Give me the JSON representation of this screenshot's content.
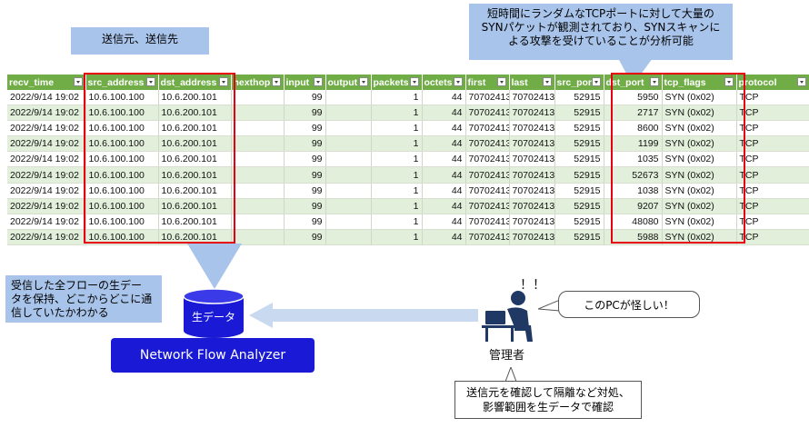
{
  "callouts": {
    "src_dst": "送信元、送信先",
    "syn_line1": "短時間にランダムなTCPポートに対して大量の",
    "syn_line2": "SYNパケットが観測されており、SYNスキャンに",
    "syn_line3": "よる攻撃を受けていることが分析可能",
    "raw_line1": "受信した全フローの生デー",
    "raw_line2": "タを保持、どこからどこに通",
    "raw_line3": "信していたかわかる"
  },
  "table": {
    "headers": [
      "recv_time",
      "src_address",
      "dst_address",
      "nexthop",
      "input",
      "output",
      "packets",
      "octets",
      "first",
      "last",
      "src_port",
      "dst_port",
      "tcp_flags",
      "protocol"
    ],
    "rows": [
      [
        "2022/9/14 19:02",
        "10.6.100.100",
        "10.6.200.101",
        "",
        "99",
        "",
        "1",
        "44",
        "70702413",
        "70702413",
        "52915",
        "5950",
        "SYN (0x02)",
        "TCP"
      ],
      [
        "2022/9/14 19:02",
        "10.6.100.100",
        "10.6.200.101",
        "",
        "99",
        "",
        "1",
        "44",
        "70702413",
        "70702413",
        "52915",
        "2717",
        "SYN (0x02)",
        "TCP"
      ],
      [
        "2022/9/14 19:02",
        "10.6.100.100",
        "10.6.200.101",
        "",
        "99",
        "",
        "1",
        "44",
        "70702413",
        "70702413",
        "52915",
        "8600",
        "SYN (0x02)",
        "TCP"
      ],
      [
        "2022/9/14 19:02",
        "10.6.100.100",
        "10.6.200.101",
        "",
        "99",
        "",
        "1",
        "44",
        "70702413",
        "70702413",
        "52915",
        "1199",
        "SYN (0x02)",
        "TCP"
      ],
      [
        "2022/9/14 19:02",
        "10.6.100.100",
        "10.6.200.101",
        "",
        "99",
        "",
        "1",
        "44",
        "70702413",
        "70702413",
        "52915",
        "1035",
        "SYN (0x02)",
        "TCP"
      ],
      [
        "2022/9/14 19:02",
        "10.6.100.100",
        "10.6.200.101",
        "",
        "99",
        "",
        "1",
        "44",
        "70702413",
        "70702413",
        "52915",
        "52673",
        "SYN (0x02)",
        "TCP"
      ],
      [
        "2022/9/14 19:02",
        "10.6.100.100",
        "10.6.200.101",
        "",
        "99",
        "",
        "1",
        "44",
        "70702413",
        "70702413",
        "52915",
        "1038",
        "SYN (0x02)",
        "TCP"
      ],
      [
        "2022/9/14 19:02",
        "10.6.100.100",
        "10.6.200.101",
        "",
        "99",
        "",
        "1",
        "44",
        "70702413",
        "70702413",
        "52915",
        "9207",
        "SYN (0x02)",
        "TCP"
      ],
      [
        "2022/9/14 19:02",
        "10.6.100.100",
        "10.6.200.101",
        "",
        "99",
        "",
        "1",
        "44",
        "70702413",
        "70702413",
        "52915",
        "48080",
        "SYN (0x02)",
        "TCP"
      ],
      [
        "2022/9/14 19:02",
        "10.6.100.100",
        "10.6.200.101",
        "",
        "99",
        "",
        "1",
        "44",
        "70702413",
        "70702413",
        "52915",
        "5988",
        "SYN (0x02)",
        "TCP"
      ]
    ]
  },
  "database_label": "生データ",
  "product_name": "Network Flow Analyzer",
  "admin": {
    "exclaim": "！！",
    "speech": "このPCが怪しい！",
    "label": "管理者",
    "note_line1": "送信元を確認して隔離など対処、",
    "note_line2": "影響範囲を生データで確認"
  },
  "colors": {
    "header_green": "#70ad47",
    "row_alt_green": "#e2efda",
    "highlight_red": "#e60012",
    "callout_blue": "#a9c4ea",
    "product_blue": "#1a1ad6",
    "person_navy": "#1f3864"
  }
}
